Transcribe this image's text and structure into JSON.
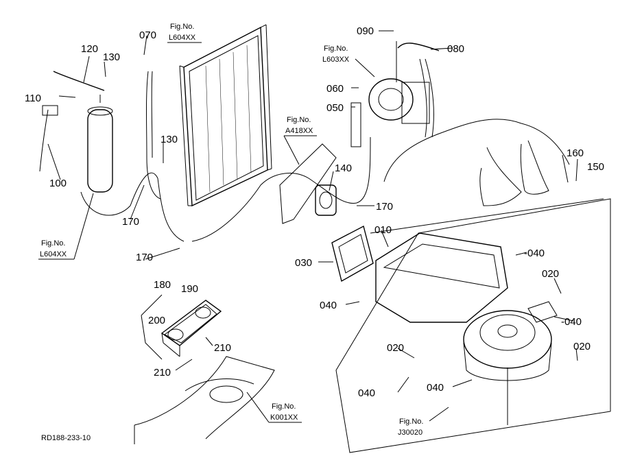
{
  "drawing_code": "RD188-233-10",
  "part_labels": {
    "p010": "010",
    "p020a": "020",
    "p020b": "020",
    "p020c": "020",
    "p030": "030",
    "p040a": "-040",
    "p040b": "040",
    "p040c": "-040",
    "p040d": "040",
    "p040e": "040",
    "p050": "050",
    "p060": "060",
    "p070": "070",
    "p080": "080",
    "p090": "090",
    "p100": "100",
    "p110": "110",
    "p120": "120",
    "p130a": "130",
    "p130b": "130",
    "p140": "140",
    "p150": "150",
    "p160": "160",
    "p170a": "170",
    "p170b": "170",
    "p170c": "170",
    "p180": "180",
    "p190": "190",
    "p200": "200",
    "p210a": "210",
    "p210b": "210"
  },
  "fig_refs": {
    "f1_title": "Fig.No.",
    "f1_code": "L604XX",
    "f2_title": "Fig.No.",
    "f2_code": "L604XX",
    "f3_title": "Fig.No.",
    "f3_code": "L603XX",
    "f4_title": "Fig.No.",
    "f4_code": "A418XX",
    "f5_title": "Fig.No.",
    "f5_code": "K001XX",
    "f6_title": "Fig.No.",
    "f6_code": "J30020"
  }
}
